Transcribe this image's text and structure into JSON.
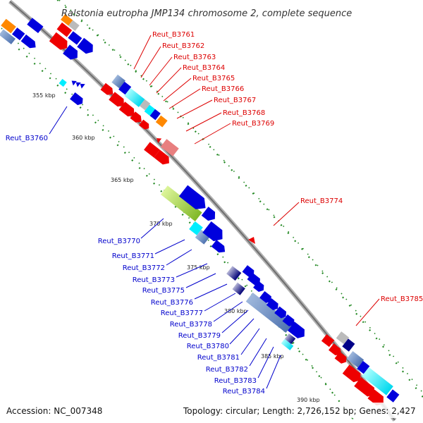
{
  "header": {
    "title": "Ralstonia eutropha JMP134 chromosome 2, complete sequence"
  },
  "footer": {
    "accession": "Accession: NC_007348",
    "summary": "Topology: circular; Length: 2,726,152 bp; Genes: 2,427"
  },
  "scale_labels": [
    "355 kbp",
    "360 kbp",
    "365 kbp",
    "370 kbp",
    "375 kbp",
    "380 kbp",
    "385 kbp",
    "390 kbp"
  ],
  "forward_genes": [
    {
      "label": "Reut_B3761",
      "color": "#dd0000"
    },
    {
      "label": "Reut_B3762",
      "color": "#dd0000"
    },
    {
      "label": "Reut_B3763",
      "color": "#dd0000"
    },
    {
      "label": "Reut_B3764",
      "color": "#dd0000"
    },
    {
      "label": "Reut_B3765",
      "color": "#dd0000"
    },
    {
      "label": "Reut_B3766",
      "color": "#dd0000"
    },
    {
      "label": "Reut_B3767",
      "color": "#dd0000"
    },
    {
      "label": "Reut_B3768",
      "color": "#dd0000"
    },
    {
      "label": "Reut_B3769",
      "color": "#dd0000"
    },
    {
      "label": "Reut_B3774",
      "color": "#dd0000"
    },
    {
      "label": "Reut_B3785",
      "color": "#dd0000"
    }
  ],
  "reverse_genes": [
    {
      "label": "Reut_B3760",
      "color": "#0000cc"
    },
    {
      "label": "Reut_B3770",
      "color": "#0000cc"
    },
    {
      "label": "Reut_B3771",
      "color": "#0000cc"
    },
    {
      "label": "Reut_B3772",
      "color": "#0000cc"
    },
    {
      "label": "Reut_B3773",
      "color": "#0000cc"
    },
    {
      "label": "Reut_B3775",
      "color": "#0000cc"
    },
    {
      "label": "Reut_B3776",
      "color": "#0000cc"
    },
    {
      "label": "Reut_B3777",
      "color": "#0000cc"
    },
    {
      "label": "Reut_B3778",
      "color": "#0000cc"
    },
    {
      "label": "Reut_B3779",
      "color": "#0000cc"
    },
    {
      "label": "Reut_B3780",
      "color": "#0000cc"
    },
    {
      "label": "Reut_B3781",
      "color": "#0000cc"
    },
    {
      "label": "Reut_B3782",
      "color": "#0000cc"
    },
    {
      "label": "Reut_B3783",
      "color": "#0000cc"
    },
    {
      "label": "Reut_B3784",
      "color": "#0000cc"
    }
  ],
  "colors": {
    "backbone": "#909090",
    "tick_major": "#228822",
    "forward_label": "#dd0000",
    "reverse_label": "#0000cc",
    "feature_palette": [
      "#0000dd",
      "#ee0000",
      "#00eeff",
      "#bbbbbb",
      "#5a7fbf",
      "#ff8800",
      "#99cc33",
      "#000088",
      "#e87f7f"
    ]
  }
}
